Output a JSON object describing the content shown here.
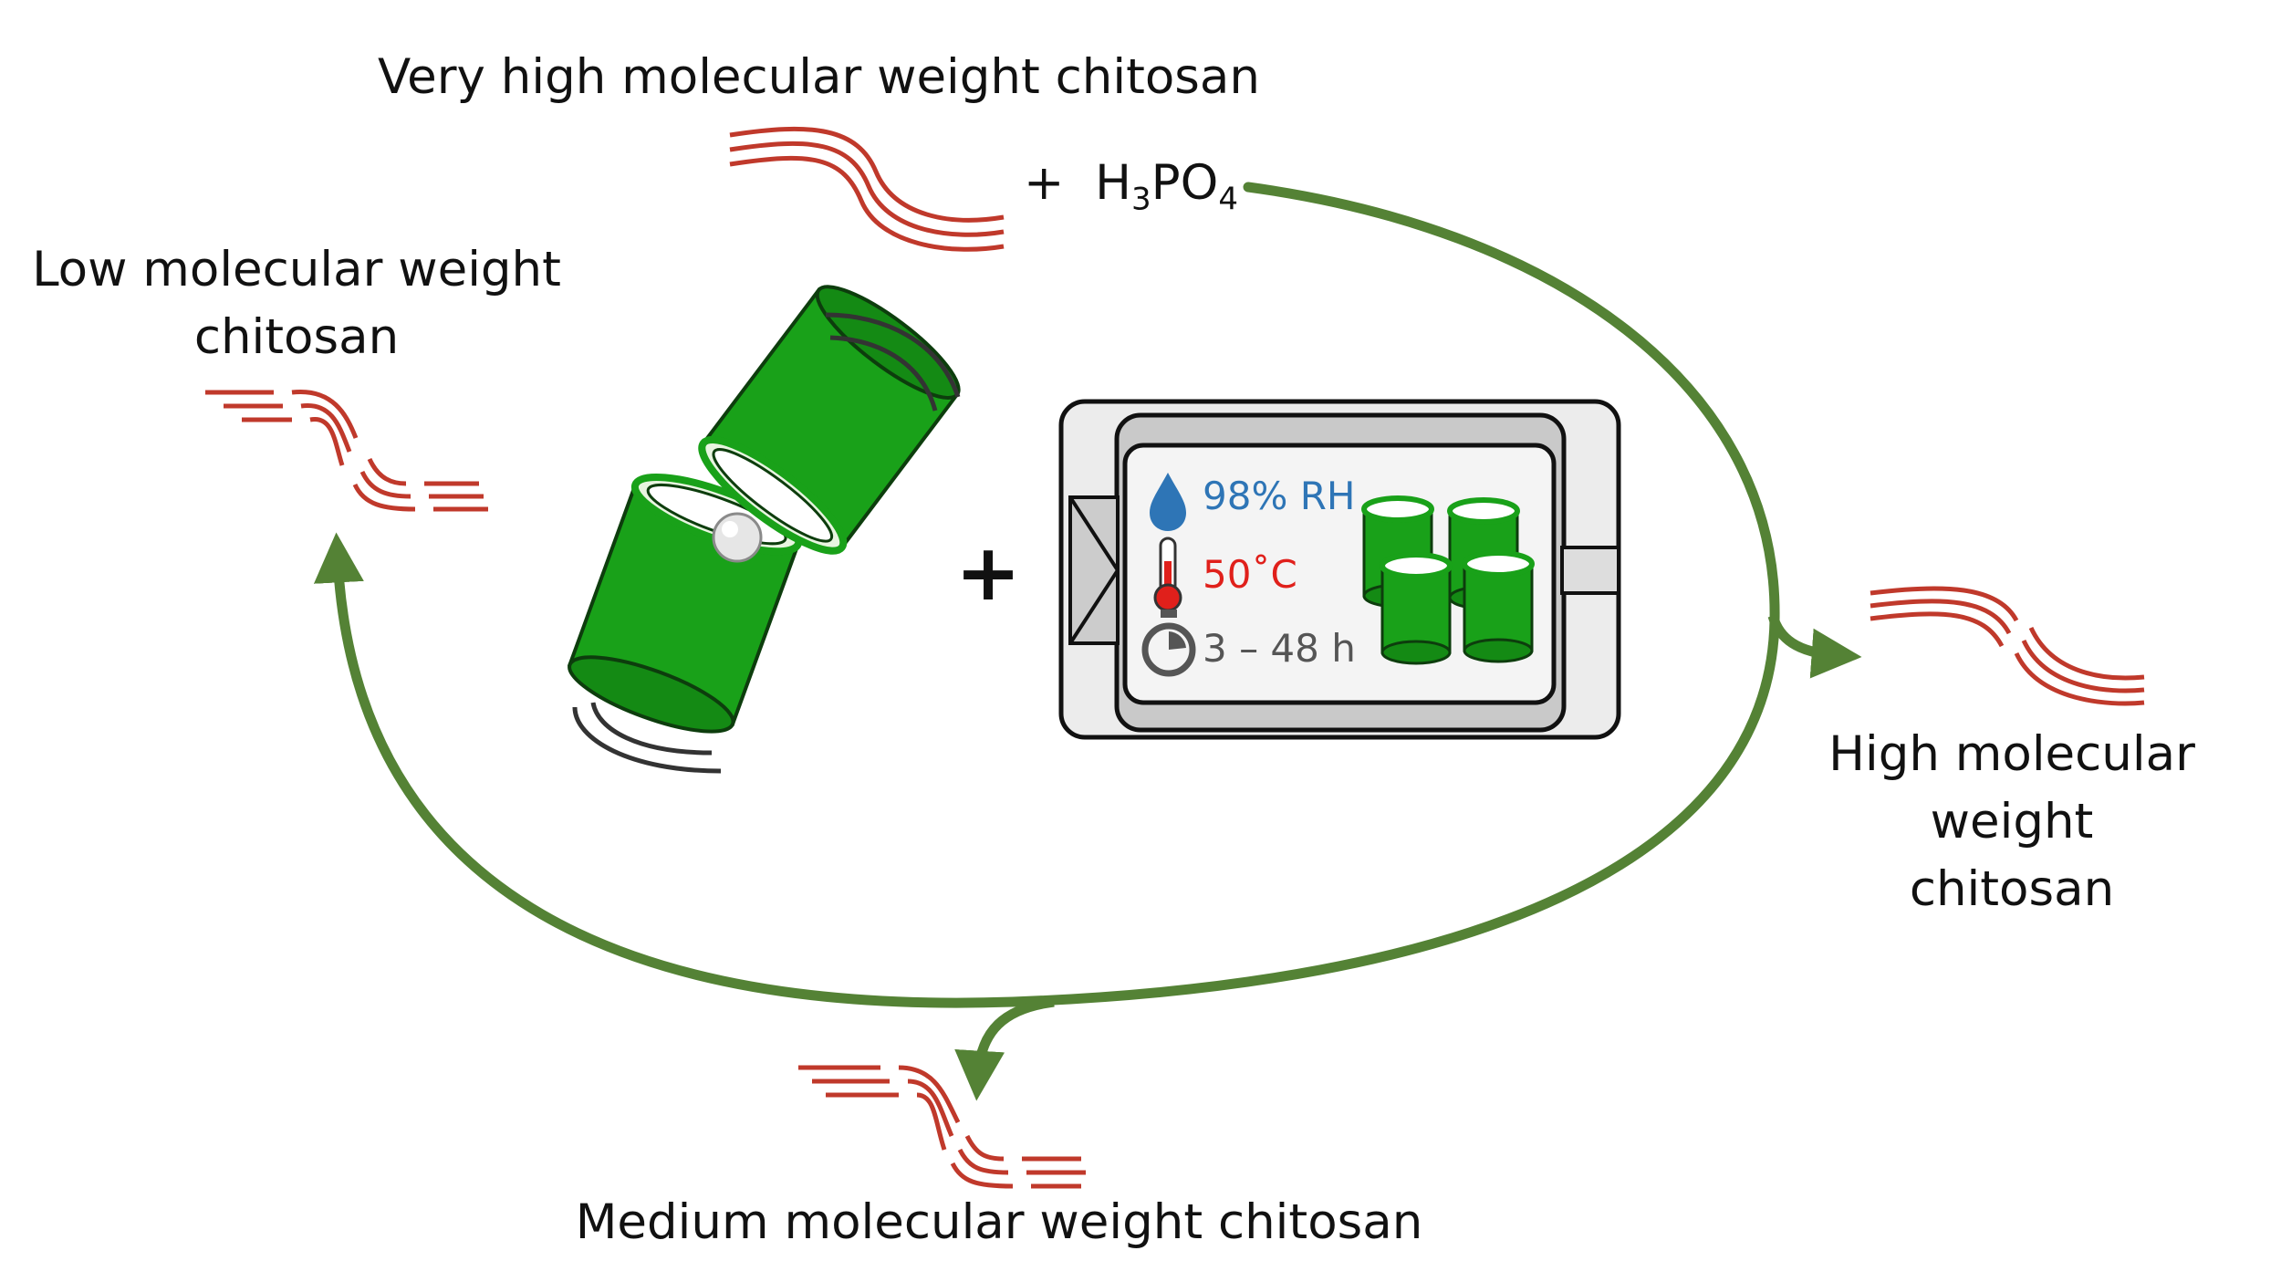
{
  "labels": {
    "very_high": "Very high molecular weight chitosan",
    "reagent_plus": "+",
    "reagent_base": "H",
    "reagent_sub1": "3",
    "reagent_mid": "PO",
    "reagent_sub2": "4",
    "low_line1": "Low molecular weight",
    "low_line2": "chitosan",
    "high_line1": "High molecular weight",
    "high_line2": "chitosan",
    "medium": "Medium molecular weight chitosan",
    "process_plus": "+"
  },
  "chamber": {
    "humidity": "98% RH",
    "temperature": "50˚C",
    "time": "3 – 48 h"
  },
  "icons": {
    "humidity": "water-drop-icon",
    "temperature": "thermometer-icon",
    "time": "stopwatch-icon"
  },
  "colors": {
    "cycle_arrow": "#548235",
    "chain": "#c0392b",
    "jar": "#19a119",
    "humidity_text": "#2e75b6",
    "temperature_text": "#e0201b",
    "time_text": "#555555"
  }
}
